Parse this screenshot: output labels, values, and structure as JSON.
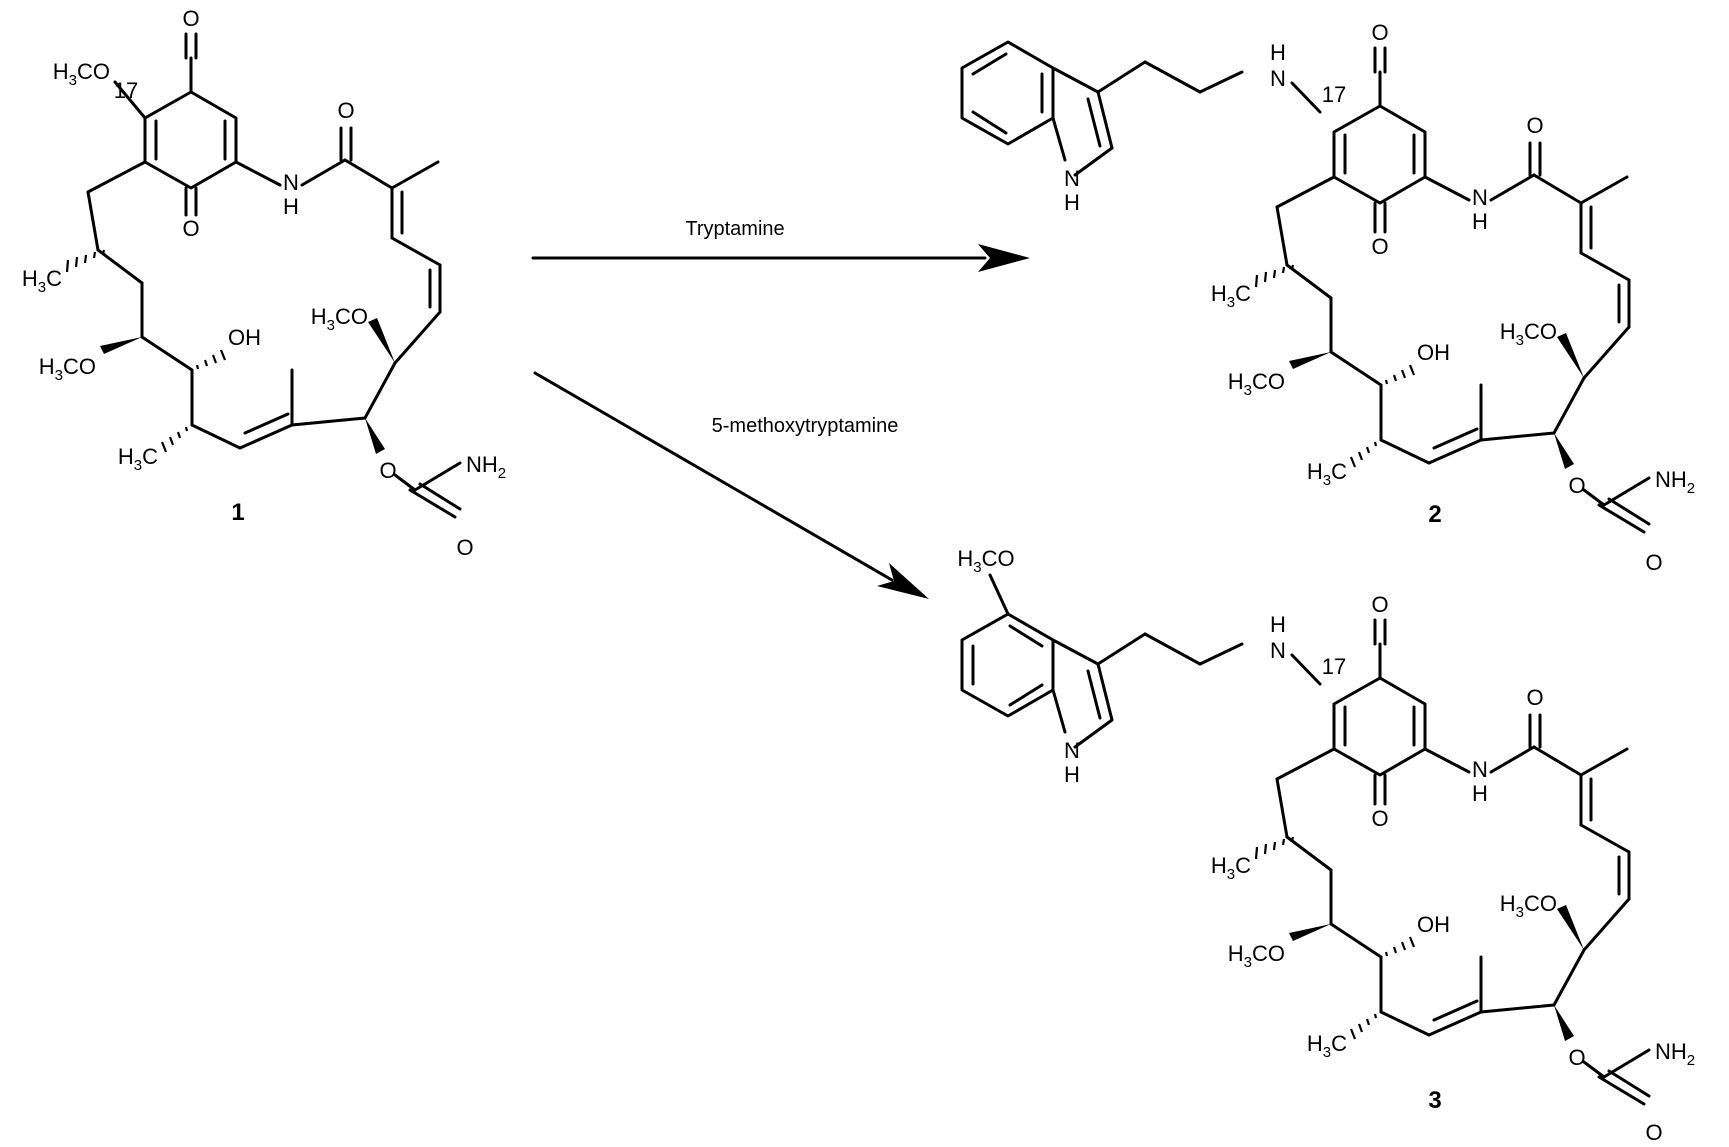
{
  "reagents": {
    "top": "Tryptamine",
    "bottom": "5-methoxytryptamine"
  },
  "compound_labels": [
    "1",
    "2",
    "3"
  ],
  "position_label": "17",
  "atoms": {
    "O": "O",
    "NH": "NH",
    "H": "H",
    "N": "N",
    "OH": "OH",
    "H3C_main": "H",
    "H3C_sub": "3",
    "H3C_tail": "C",
    "H3CO_tail": "CO",
    "NH2_main": "NH",
    "NH2_sub": "2"
  }
}
